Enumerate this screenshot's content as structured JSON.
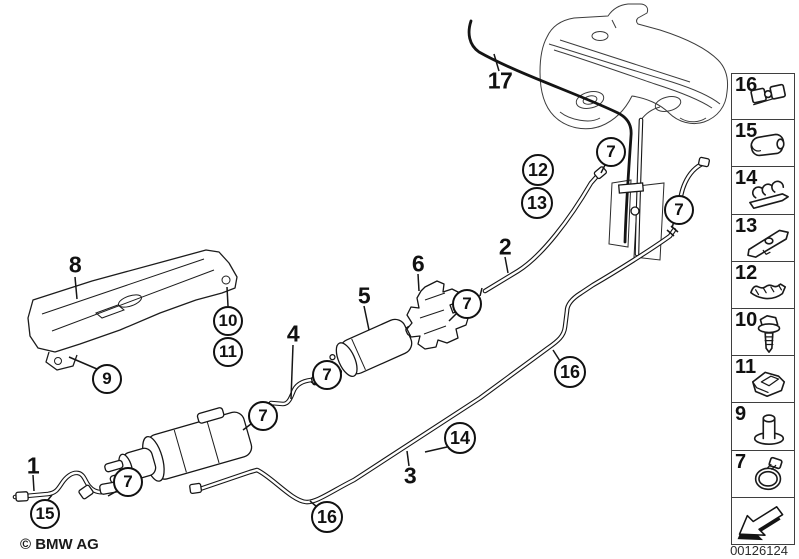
{
  "footer": {
    "copyright": "© BMW AG"
  },
  "plate": {
    "image_id": "00126124"
  },
  "colors": {
    "background": "#ffffff",
    "line": "#161616"
  },
  "diagram": {
    "plain_labels": [
      {
        "number": "8"
      },
      {
        "number": "1"
      },
      {
        "number": "4"
      },
      {
        "number": "5"
      },
      {
        "number": "6"
      },
      {
        "number": "2"
      },
      {
        "number": "3"
      },
      {
        "number": "17"
      }
    ],
    "callouts": [
      {
        "number": "15"
      },
      {
        "number": "7"
      },
      {
        "number": "9"
      },
      {
        "number": "10"
      },
      {
        "number": "11"
      },
      {
        "number": "7"
      },
      {
        "number": "7"
      },
      {
        "number": "7"
      },
      {
        "number": "12"
      },
      {
        "number": "13"
      },
      {
        "number": "7"
      },
      {
        "number": "7"
      },
      {
        "number": "14"
      },
      {
        "number": "16"
      },
      {
        "number": "16"
      }
    ]
  },
  "sidebar": {
    "items": [
      {
        "number": "16",
        "icon": "double-tube-clamp-icon"
      },
      {
        "number": "15",
        "icon": "tube-clip-icon"
      },
      {
        "number": "14",
        "icon": "triple-tube-clamp-icon"
      },
      {
        "number": "13",
        "icon": "holder-bracket-icon"
      },
      {
        "number": "12",
        "icon": "corrugated-clip-icon"
      },
      {
        "number": "10",
        "icon": "screw-icon"
      },
      {
        "number": "11",
        "icon": "clip-nut-icon"
      },
      {
        "number": "9",
        "icon": "grommet-icon"
      },
      {
        "number": "7",
        "icon": "hose-clamp-icon"
      },
      {
        "number": "",
        "icon": "direction-arrow-icon"
      }
    ]
  }
}
